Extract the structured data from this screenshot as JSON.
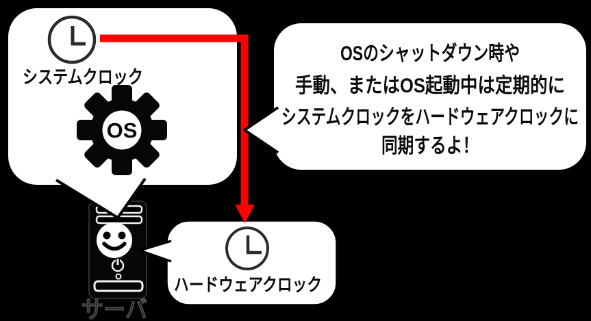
{
  "scene": {
    "background": "#000000",
    "bubble_fill": "#ffffff",
    "outline": "#000000",
    "arrow_color": "#ff0000",
    "clock_stroke": "#2b2b2b"
  },
  "system_clock": {
    "label": "システムクロック"
  },
  "os_gear": {
    "label": "OS"
  },
  "callout": {
    "lines": [
      "OSのシャットダウン時や",
      "手動、またはOS起動中は定期的に",
      "システムクロックをハードウェアクロックに",
      "同期するよ！"
    ]
  },
  "hardware_clock": {
    "label": "ハードウェアクロック"
  },
  "server": {
    "label": "サーバ"
  }
}
